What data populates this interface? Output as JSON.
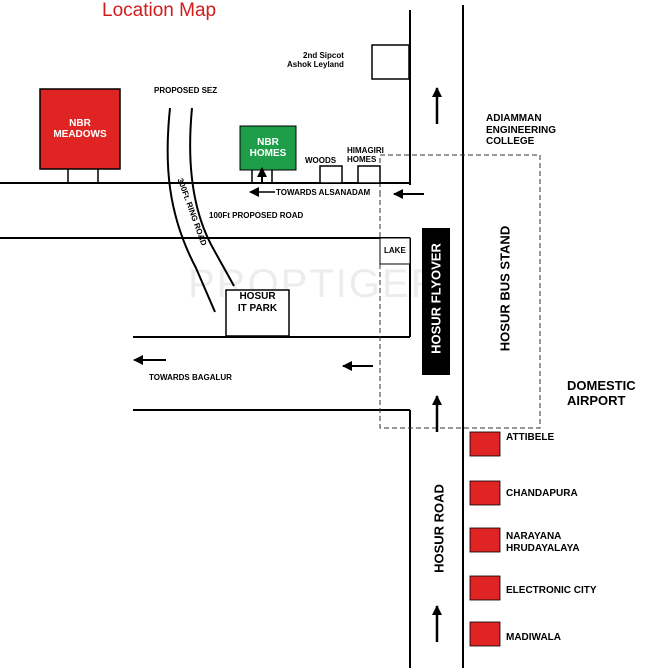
{
  "title": "Location Map",
  "watermark": "PROPTIGER",
  "colors": {
    "project_red": "#e02424",
    "project_green": "#1f9e4a",
    "title_red": "#d11c1c",
    "road": "#000000"
  },
  "projects": {
    "nbr_meadows": "NBR\nMEADOWS",
    "nbr_homes": "NBR\nHOMES"
  },
  "landmarks": {
    "sipcot": "2nd Sipcot\nAshok Leyland",
    "proposed_sez": "PROPOSED SEZ",
    "adiamman": "ADIAMMAN\nENGINEERING\nCOLLEGE",
    "woods": "WOODS",
    "himagiri": "HIMAGIRI\nHOMES",
    "hosur_it_park": "HOSUR\nIT PARK",
    "lake": "LAKE",
    "domestic_airport": "DOMESTIC\nAIRPORT"
  },
  "roads": {
    "ring_road": "300Ft. RING ROAD",
    "proposed_road": "100Ft PROPOSED ROAD",
    "towards_alsanadam": "TOWARDS ALSANADAM",
    "towards_bagalur": "TOWARDS BAGALUR",
    "hosur_flyover": "HOSUR FLYOVER",
    "hosur_bus_stand": "HOSUR BUS STAND",
    "hosur_road": "HOSUR ROAD"
  },
  "stops": [
    "ATTIBELE",
    "CHANDAPURA",
    "NARAYANA\nHRUDAYALAYA",
    "ELECTRONIC CITY",
    "MADIWALA"
  ]
}
